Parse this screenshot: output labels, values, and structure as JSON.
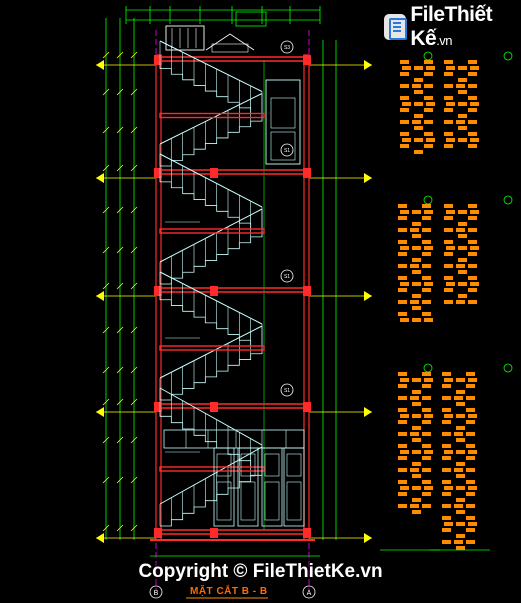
{
  "drawing": {
    "section_title": "MẶT CẮT B - B",
    "axis_labels": [
      "B",
      "A"
    ],
    "section_markers": [
      "S3",
      "S1",
      "S1",
      "S1"
    ]
  },
  "watermark": {
    "brand_part1": "File",
    "brand_part2": "Thiết Kế",
    "brand_domain": ".vn",
    "copyright": "Copyright © FileThietKe.vn"
  },
  "colors": {
    "background": "#000000",
    "cut_wall": "#ff2a2a",
    "stair": "#c8ffff",
    "dimension": "#00ff00",
    "guide": "#ffff00",
    "frame": "#ff00ff",
    "text": "#ffffff",
    "hatch": "#ff8c00"
  }
}
